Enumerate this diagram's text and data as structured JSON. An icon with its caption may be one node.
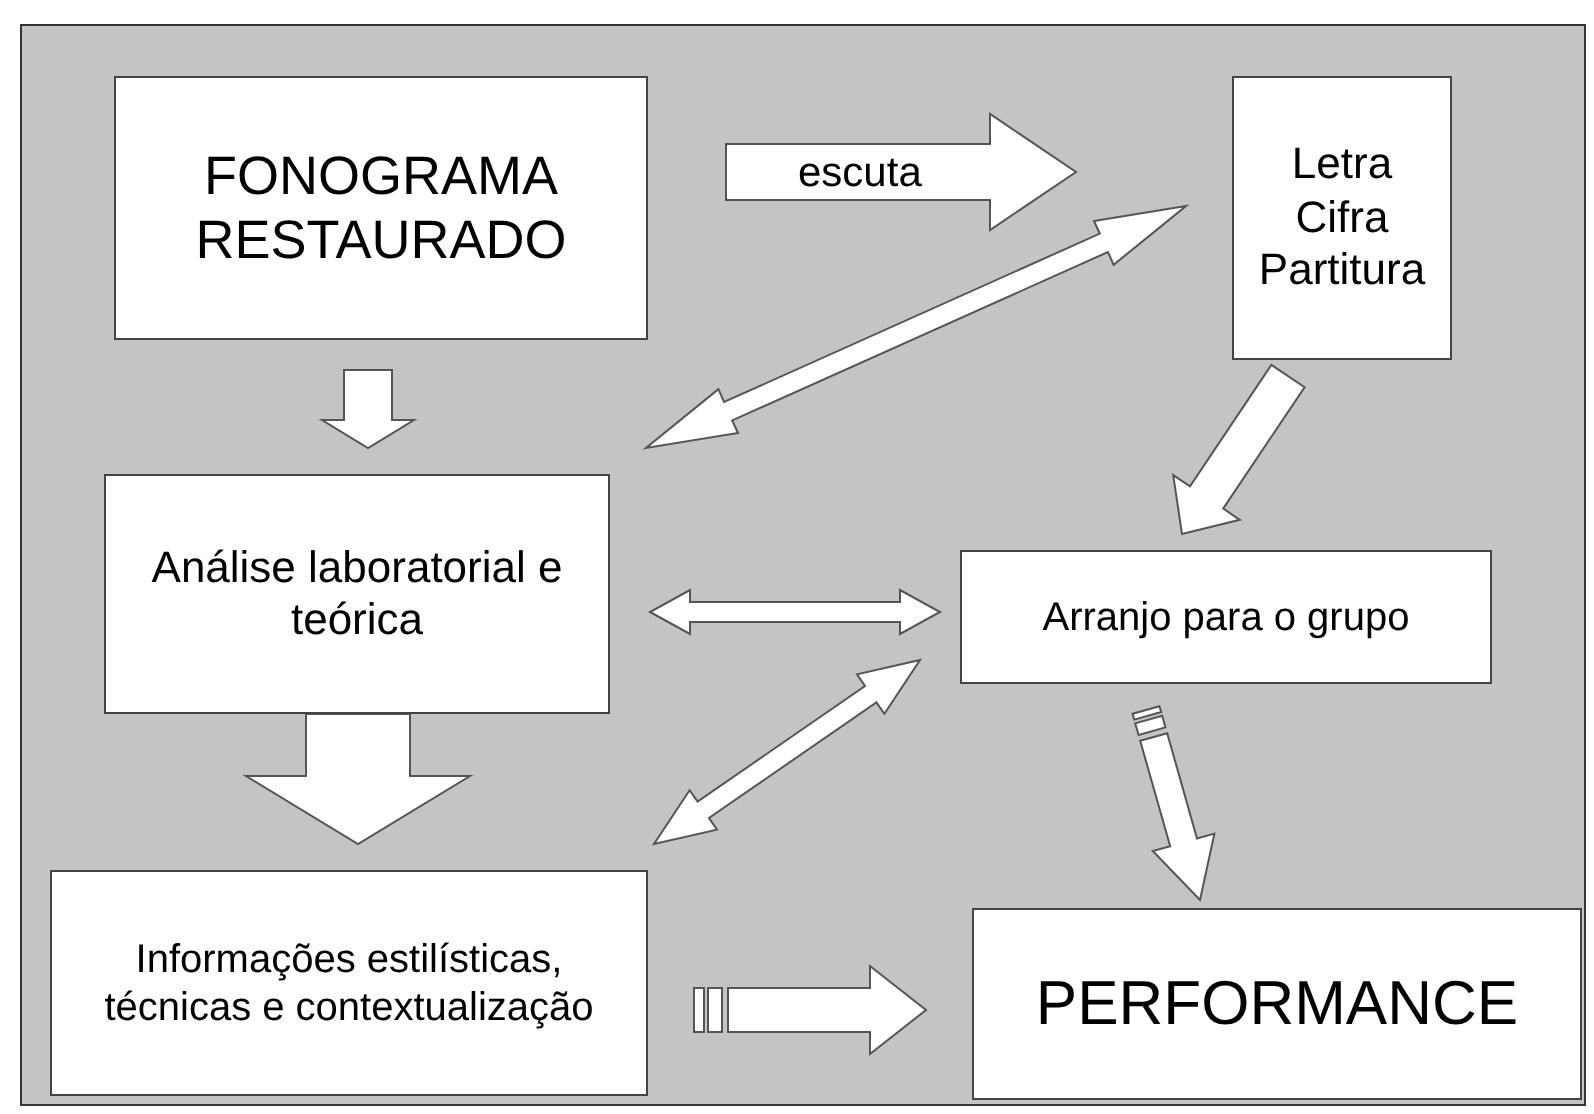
{
  "diagram": {
    "nodes": [
      {
        "text": [
          "FONOGRAMA RESTAURADO"
        ]
      },
      {
        "text": [
          "Letra Cifra Partitura"
        ]
      },
      {
        "text": [
          "Análise laboratorial e teórica"
        ]
      },
      {
        "text": [
          "Arranjo para o grupo"
        ]
      },
      {
        "text": [
          "Informações estilísticas, técnicas e contextualização"
        ]
      },
      {
        "text": [
          "PERFORMANCE"
        ]
      }
    ],
    "edges": [
      {
        "from": 0,
        "to": 1,
        "arrow": "to",
        "label": "escuta"
      },
      {
        "from": 0,
        "to": 2,
        "arrow": "to"
      },
      {
        "from": 1,
        "to": 2,
        "arrow": "both"
      },
      {
        "from": 1,
        "to": 3,
        "arrow": "to"
      },
      {
        "from": 2,
        "to": 3,
        "arrow": "both"
      },
      {
        "from": 2,
        "to": 4,
        "arrow": "to"
      },
      {
        "from": 3,
        "to": 4,
        "arrow": "both"
      },
      {
        "from": 3,
        "to": 5,
        "arrow": "to"
      },
      {
        "from": 4,
        "to": 5,
        "arrow": "to"
      }
    ]
  }
}
